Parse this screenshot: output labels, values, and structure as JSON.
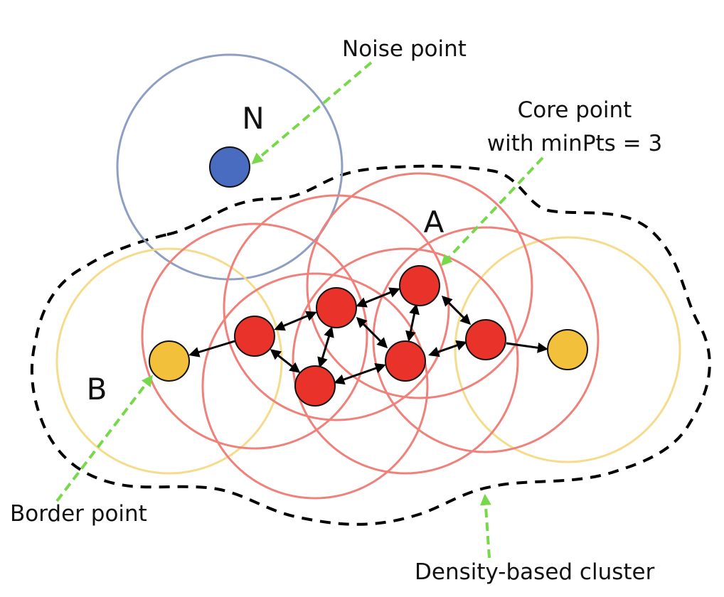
{
  "labels": {
    "noise_point": "Noise point",
    "core_point_line1": "Core point",
    "core_point_line2": "with minPts = 3",
    "border_point": "Border point",
    "cluster": "Density-based cluster",
    "point_n": "N",
    "point_a": "A",
    "point_b": "B"
  },
  "colors": {
    "core_fill": "#e8322a",
    "core_radius": "#f0807a",
    "border_fill": "#f3c03c",
    "border_radius": "#f5dc8c",
    "noise_fill": "#4a6cc0",
    "noise_radius": "#8f9fc4",
    "pointer_arrow": "#77d94a",
    "cluster_outline": "#000000",
    "link_arrow": "#000000"
  }
}
